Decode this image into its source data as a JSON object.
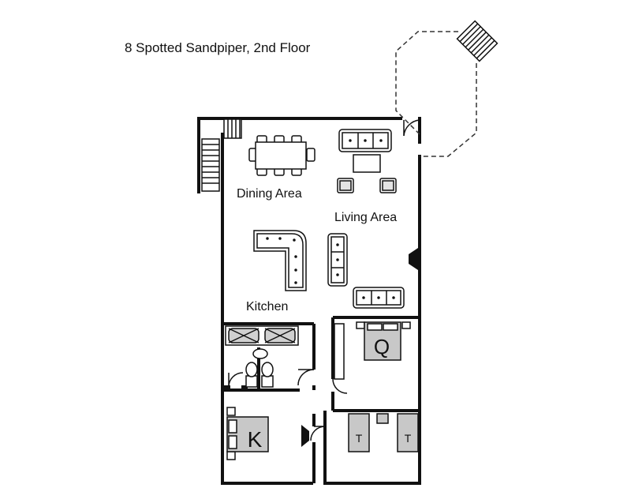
{
  "title": "8 Spotted Sandpiper, 2nd Floor",
  "rooms": {
    "dining": "Dining Area",
    "living": "Living Area",
    "kitchen": "Kitchen"
  },
  "beds": {
    "queen": "Q",
    "king": "K",
    "twin_left": "T",
    "twin_right": "T"
  },
  "colors": {
    "wall": "#111111",
    "bed_fill": "#c8c8c8",
    "furniture_fill": "#ffffff"
  }
}
